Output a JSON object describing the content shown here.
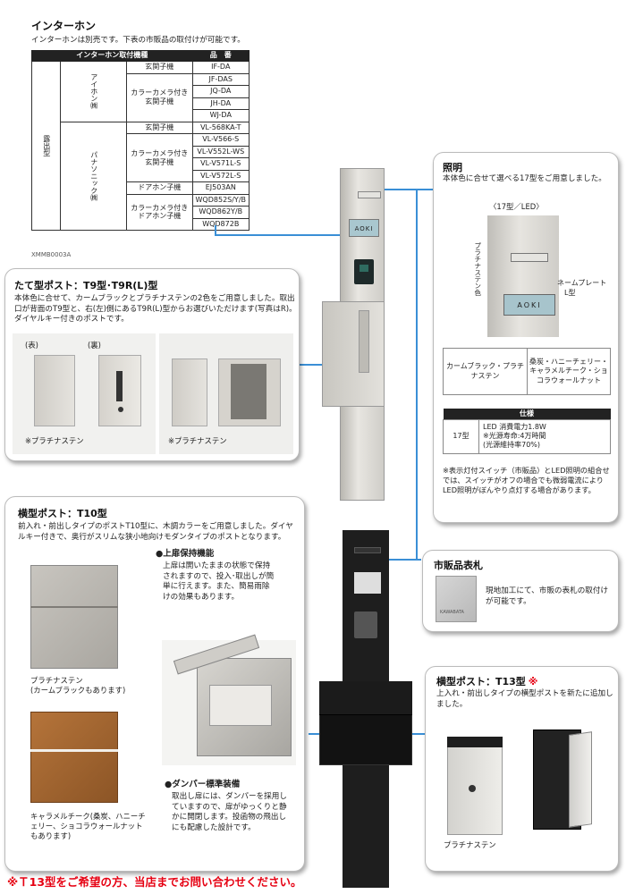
{
  "intercom": {
    "title": "インターホン",
    "note": "インターホンは別売です。下表の市販品の取付けが可能です。",
    "table_header_type": "インターホン取付機種",
    "table_header_part": "品　番",
    "group_label": "露出型",
    "brands": [
      {
        "name": "アイホン㈱",
        "rows": [
          {
            "type": "玄関子機",
            "parts": [
              "IF-DA"
            ]
          },
          {
            "type": "カラーカメラ付き玄関子機",
            "parts": [
              "JF-DAS",
              "JQ-DA",
              "JH-DA",
              "WJ-DA"
            ]
          }
        ]
      },
      {
        "name": "パナソニック㈱",
        "rows": [
          {
            "type": "玄関子機",
            "parts": [
              "VL-568KA-T"
            ]
          },
          {
            "type": "カラーカメラ付き玄関子機",
            "parts": [
              "VL-V566-S",
              "VL-V552L-WS",
              "VL-V571L-S",
              "VL-V572L-S"
            ]
          },
          {
            "type": "ドアホン子機",
            "parts": [
              "EJ503AN"
            ]
          },
          {
            "type": "カラーカメラ付きドアホン子機",
            "parts": [
              "WQD852S/Y/B",
              "WQD862Y/B",
              "WQD872B"
            ]
          }
        ]
      }
    ],
    "table_code": "XMMB0003A"
  },
  "lighting": {
    "title": "照明",
    "desc": "本体色に合せて選べる17型をご用意しました。",
    "caption": "〈17型／LED〉",
    "side_label": "プラチナステン色",
    "nameplate_label": "ネームプレート",
    "nameplate_size": "L型",
    "nameplate_text": "AOKI",
    "color_table": [
      "カームブラック・プラチナステン",
      "桑炭・ハニーチェリー・キャラメルチーク・ショコラウォールナット"
    ],
    "spec_header": "仕様",
    "spec_model": "17型",
    "spec_lines": [
      "LED 消費電力1.8W",
      "※光源寿命:4万時間",
      "(光源維持率70%)"
    ],
    "footnote": "※表示灯付スイッチ（市販品）とLED照明の組合せでは、スイッチがオフの場合でも微弱電流によりLED照明がぼんやり点灯する場合があります。"
  },
  "tate_post": {
    "title": "たて型ポスト：T9型･T9R(L)型",
    "desc": "本体色に合せて、カームブラックとプラチナステンの2色をご用意しました。取出口が背面のT9型と、右(左)側にあるT9R(L)型からお選びいただけます(写真はR)。ダイヤルキー付きのポストです。",
    "label_front": "(表)",
    "label_back": "(裏)",
    "caption1": "※プラチナステン",
    "caption2": "※プラチナステン"
  },
  "yoko_t10": {
    "title": "横型ポスト：T10型",
    "desc": "前入れ・前出しタイプのポストT10型に、木調カラーをご用意しました。ダイヤルキー付きで、奥行がスリムな狭小地向けモダンタイプのポストとなります。",
    "caption_silver": "プラチナステン\n(カームブラックもあります)",
    "caption_wood": "キャラメルチーク(桑炭、ハニーチェリー、ショコラウォールナットもあります)",
    "feature1_title": "●上扉保持機能",
    "feature1_text": "上扉は開いたままの状態で保持されますので、投入･取出しが簡単に行えます。また、簡易雨除けの効果もあります。",
    "feature2_title": "●ダンパー標準装備",
    "feature2_text": "取出し扉には、ダンパーを採用していますので、扉がゆっくりと静かに開閉します。投函物の飛出しにも配慮した設計です。"
  },
  "nameplate": {
    "title": "市販品表札",
    "text": "現地加工にて、市販の表札の取付けが可能です。",
    "sample_text": "KAWABATA"
  },
  "yoko_t13": {
    "title": "横型ポスト：T13型",
    "mark": "※",
    "desc": "上入れ・前出しタイプの横型ポストを新たに追加しました。",
    "caption": "プラチナステン"
  },
  "pole_nameplate": "AOKI",
  "bottom_notice": "※Ｔ13型をご希望の方、当店までお問い合わせください。",
  "colors": {
    "accent_line": "#3a8fd6",
    "notice_red": "#e60012",
    "dark_pole": "#1e1e1e",
    "silver": "#d9d7d2",
    "wood": "#a0622d"
  }
}
